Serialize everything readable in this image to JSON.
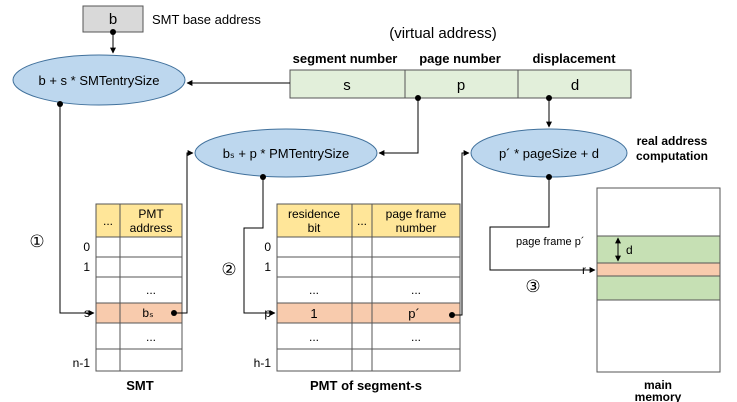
{
  "base_box": {
    "label": "b",
    "caption": "SMT base address"
  },
  "virtual_address": {
    "caption": "(virtual address)",
    "fields": [
      {
        "header": "segment number",
        "value": "s"
      },
      {
        "header": "page number",
        "value": "p"
      },
      {
        "header": "displacement",
        "value": "d"
      }
    ]
  },
  "ellipses": {
    "smt": "b + s * SMTentrySize",
    "pmt": "bₛ + p * PMTentrySize",
    "real": "p´ * pageSize + d"
  },
  "real_caption": [
    "real address",
    "computation"
  ],
  "smt_table": {
    "col1": "...",
    "col2": [
      "PMT",
      "address"
    ],
    "row_labels": [
      "0",
      "1",
      "s",
      "n-1"
    ],
    "dots": "...",
    "s_value": "bₛ",
    "title": "SMT"
  },
  "pmt_table": {
    "col1": [
      "residence",
      "bit"
    ],
    "col2": "...",
    "col3": [
      "page frame",
      "number"
    ],
    "row_labels": [
      "0",
      "1",
      "p",
      "h-1"
    ],
    "dots": "...",
    "p_bit": "1",
    "p_frame": "p´",
    "title": "PMT of segment-s"
  },
  "memory": {
    "frame_label": "page frame p´",
    "d_label": "d",
    "r_label": "r",
    "title": [
      "main",
      "memory"
    ]
  },
  "steps": [
    "①",
    "②",
    "③"
  ],
  "colors": {
    "ellipse": "#bdd7ee",
    "header": "#ffe699",
    "highlight": "#f8cbad",
    "va": "#e2efda",
    "green": "#c6e0b4",
    "base": "#d9d9d9"
  }
}
